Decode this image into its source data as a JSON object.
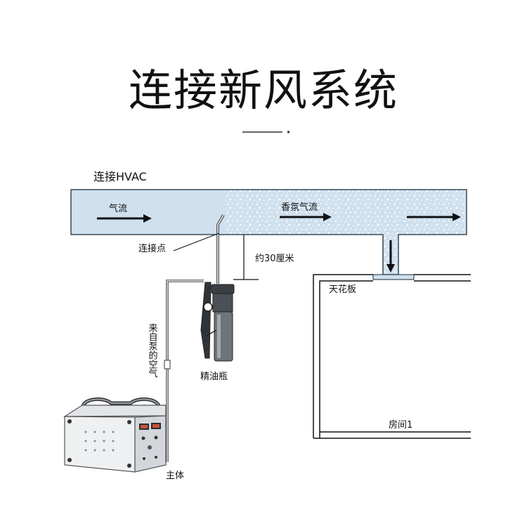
{
  "title": "连接新风系统",
  "labels": {
    "connect_hvac": "连接HVAC",
    "airflow": "气流",
    "scented_airflow": "香氛气流",
    "connection_point": "连接点",
    "distance": "约30厘米",
    "ceiling": "天花板",
    "pump_air": "来自泵的空气",
    "oil_bottle": "精油瓶",
    "main_unit": "主体",
    "room": "房间1"
  },
  "colors": {
    "duct_fill": "#cfe0ee",
    "duct_stroke": "#3a4a55",
    "arrow": "#111111",
    "text": "#111111"
  }
}
